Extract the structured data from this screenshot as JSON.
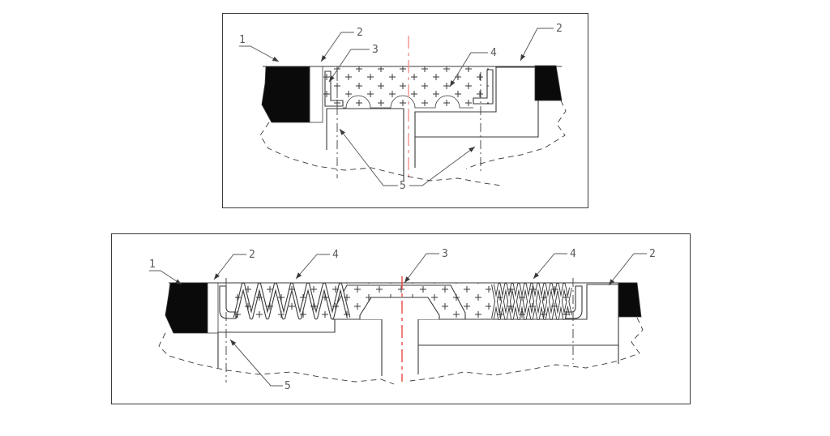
{
  "colors": {
    "line": "#3a3a3a",
    "label": "#5a5a5a",
    "cl-top": "#f09a96",
    "cl-bot": "#e84b44",
    "blackfill": "#0a0a0a",
    "bg": "#ffffff"
  },
  "drawing1": {
    "callouts": {
      "n1": "1",
      "n2_left": "2",
      "n3": "3",
      "n4": "4",
      "n2_right": "2",
      "n5": "5"
    }
  },
  "drawing2": {
    "callouts": {
      "n1": "1",
      "n2_left": "2",
      "n4_left": "4",
      "n3": "3",
      "n4_right": "4",
      "n2_right": "2",
      "n5": "5"
    }
  }
}
